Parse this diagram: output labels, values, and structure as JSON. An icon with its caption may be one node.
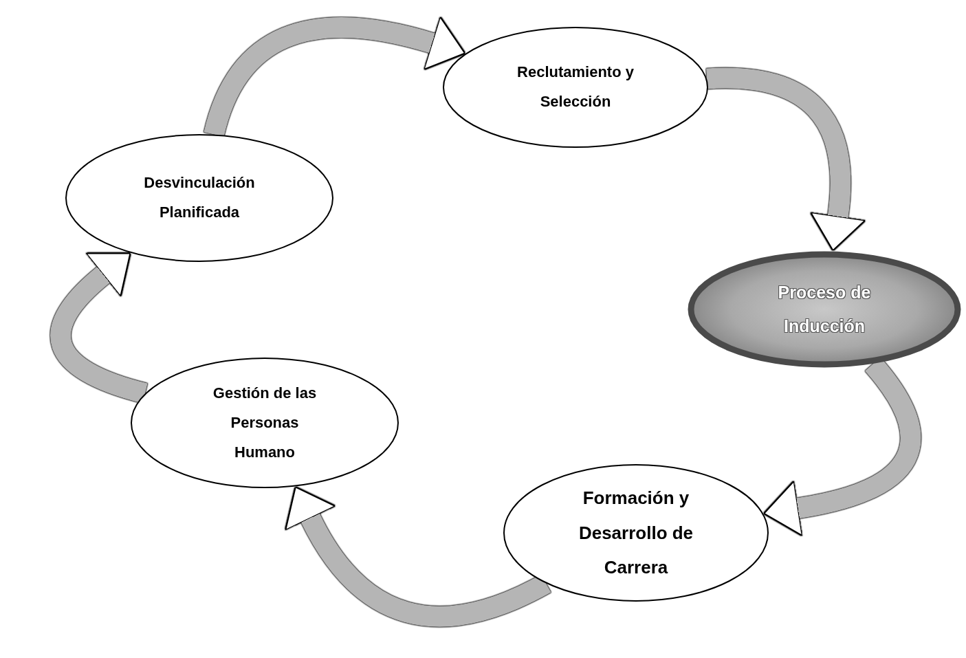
{
  "diagram": {
    "nodes": [
      {
        "text": [
          "Reclutamiento y Selección"
        ]
      },
      {
        "text": [
          "Desvinculación Planificada"
        ]
      },
      {
        "text": [
          "Proceso de Inducción"
        ]
      },
      {
        "text": [
          "Gestión de las Personas Humano"
        ]
      },
      {
        "text": [
          "Formación y Desarrollo de Carrera"
        ]
      }
    ],
    "edges": [
      {
        "from": 0,
        "to": 2,
        "arrow": "to"
      },
      {
        "from": 2,
        "to": 4,
        "arrow": "to"
      },
      {
        "from": 4,
        "to": 3,
        "arrow": "to"
      },
      {
        "from": 3,
        "to": 1,
        "arrow": "to"
      },
      {
        "from": 1,
        "to": 0,
        "arrow": "to"
      }
    ]
  }
}
